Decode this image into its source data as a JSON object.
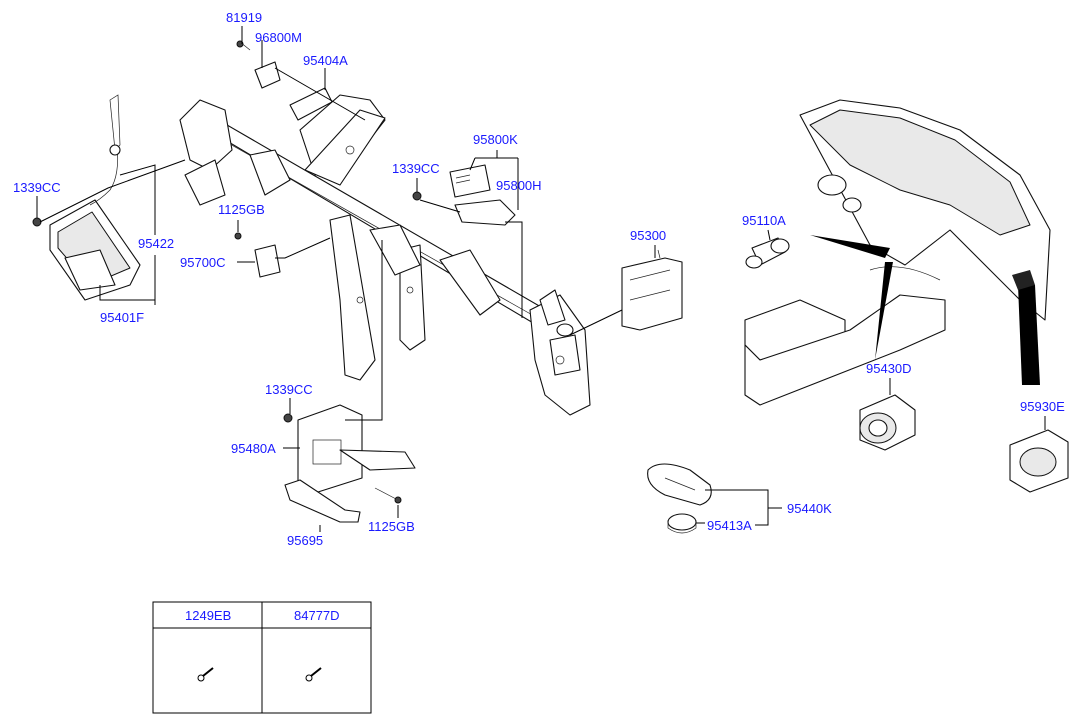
{
  "labels": {
    "p81919": "81919",
    "p96800M": "96800M",
    "p95404A": "95404A",
    "p1339CC_left": "1339CC",
    "p95422": "95422",
    "p95401F": "95401F",
    "p1125GB_top": "1125GB",
    "p95700C": "95700C",
    "p95800K": "95800K",
    "p1339CC_mid": "1339CC",
    "p95800H": "95800H",
    "p95300": "95300",
    "p95110A": "95110A",
    "p95430D": "95430D",
    "p95930E": "95930E",
    "p1339CC_low": "1339CC",
    "p95480A": "95480A",
    "p1125GB_low": "1125GB",
    "p95695": "95695",
    "p95440K": "95440K",
    "p95413A": "95413A"
  },
  "table": {
    "col1": "1249EB",
    "col2": "84777D"
  }
}
